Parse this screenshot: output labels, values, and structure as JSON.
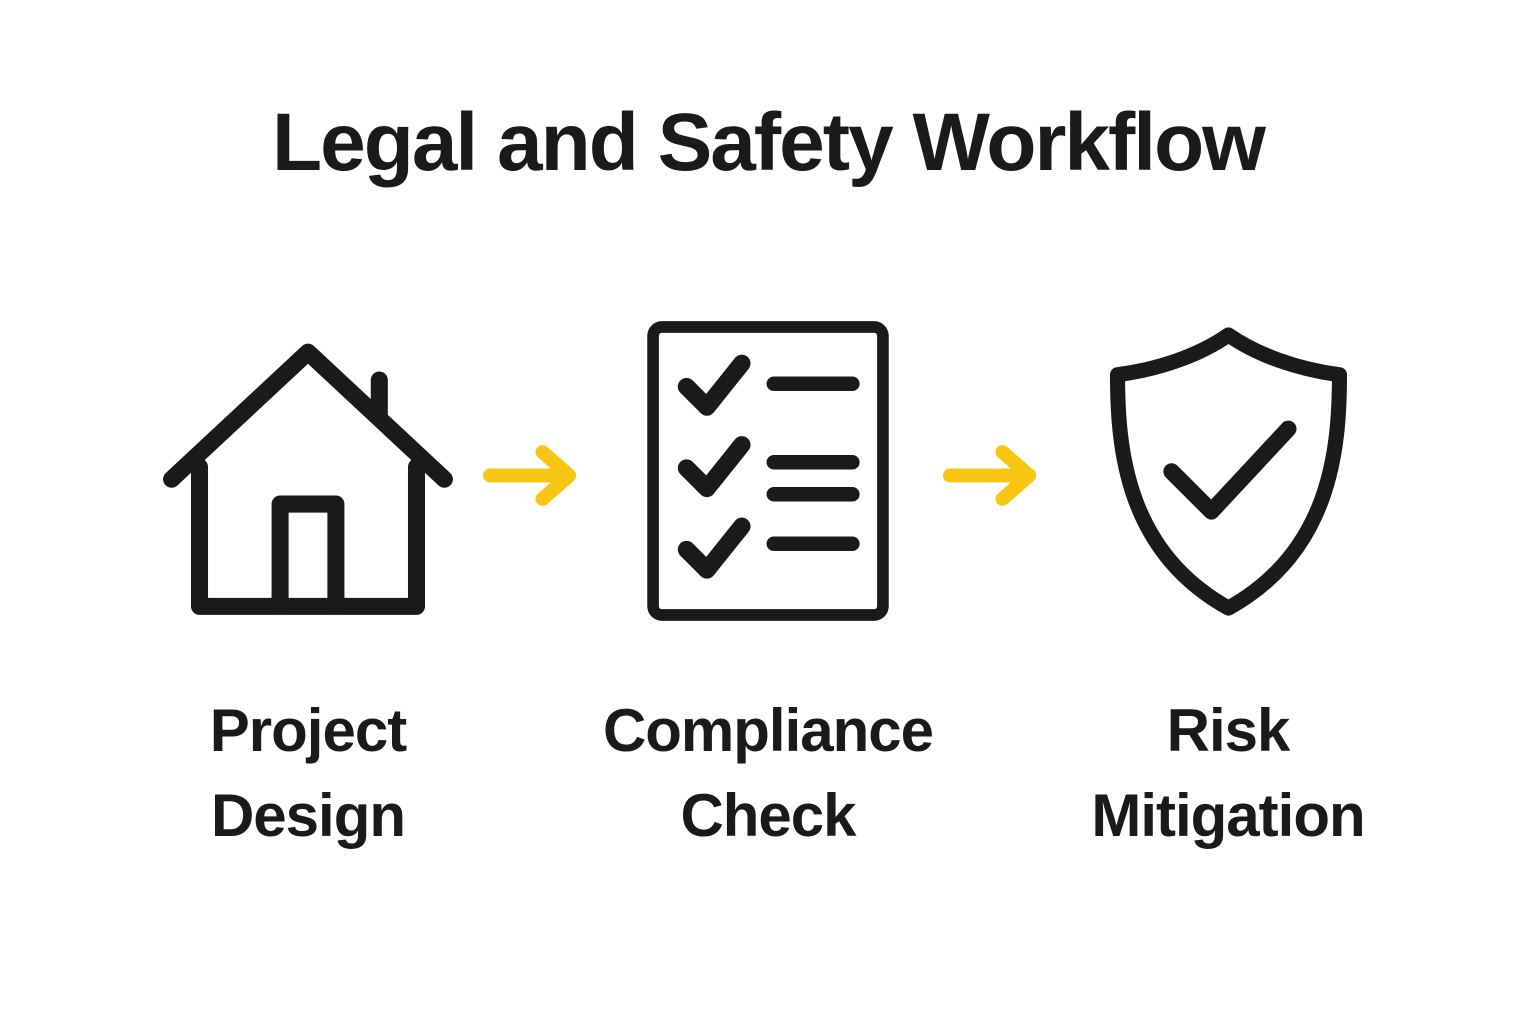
{
  "diagram": {
    "title": "Legal and Safety Workflow",
    "steps": [
      {
        "id": "project-design",
        "icon": "house-icon",
        "line1": "Project",
        "line2": "Design"
      },
      {
        "id": "compliance-check",
        "icon": "checklist-icon",
        "line1": "Compliance",
        "line2": "Check"
      },
      {
        "id": "risk-mitigation",
        "icon": "shield-icon",
        "line1": "Risk",
        "line2": "Mitigation"
      }
    ],
    "connectors": [
      {
        "from": "project-design",
        "to": "compliance-check",
        "type": "arrow-right"
      },
      {
        "from": "compliance-check",
        "to": "risk-mitigation",
        "type": "arrow-right"
      }
    ],
    "colors": {
      "ink": "#1a1a1a",
      "accent": "#f9c513",
      "background": "#ffffff"
    }
  }
}
